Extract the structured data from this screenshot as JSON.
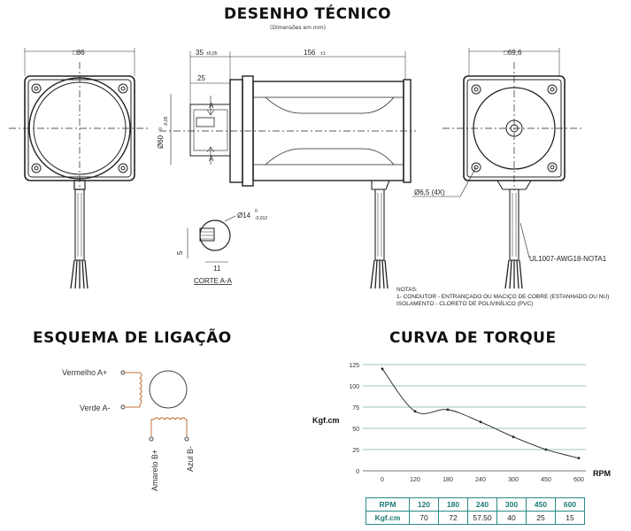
{
  "drawing": {
    "title": "DESENHO TÉCNICO",
    "subtitle": "(Dimensões em mm)",
    "dims": {
      "front_width": "□86",
      "shaft_len": "35",
      "shaft_tol": "±0,05",
      "body_len": "156",
      "body_tol": "±1",
      "key_len": "25",
      "pilot": "Ø60",
      "pilot_tol_top": "0",
      "pilot_tol_bot": "-0,05",
      "rear_width": "□69,6",
      "hole": "Ø6,5 (4X)",
      "shaft_dia": "Ø14",
      "shaft_dia_tol_top": "0",
      "shaft_dia_tol_bot": "-0,012",
      "flat": "5",
      "flat_w": "11",
      "section_mark": "A"
    },
    "section_label": "CORTE A-A",
    "cable_label": "UL1007-AWG18-NOTA1",
    "notes": [
      "NOTAS:",
      "1- CONDUTOR - ENTRANÇADO OU MACIÇO DE COBRE (ESTANHADO OU NU)",
      "ISOLAMENTO - CLORETO DE POLIVINÍLICO (PVC)"
    ]
  },
  "wiring": {
    "title": "ESQUEMA DE LIGAÇÃO",
    "labels": [
      "Vermelho A+",
      "Verde A-",
      "Amarelo B+",
      "Azul B-"
    ]
  },
  "chart_data": {
    "type": "line",
    "title": "CURVA DE TORQUE",
    "xlabel": "RPM",
    "ylabel": "Kgf.cm",
    "x": [
      "0",
      "120",
      "180",
      "240",
      "300",
      "450",
      "600"
    ],
    "y": [
      120,
      70,
      72,
      57.5,
      40,
      25,
      15
    ],
    "ylim": [
      0,
      125
    ],
    "yticks": [
      "0",
      "25",
      "50",
      "75",
      "100",
      "125"
    ],
    "grid": true,
    "colors": {
      "grid": "#2a8a86",
      "line": "#222222"
    }
  },
  "table": {
    "rows": [
      {
        "head": "RPM",
        "cells": [
          "120",
          "180",
          "240",
          "300",
          "450",
          "600"
        ]
      },
      {
        "head": "Kgf.cm",
        "cells": [
          "70",
          "72",
          "57.50",
          "40",
          "25",
          "15"
        ]
      }
    ]
  }
}
